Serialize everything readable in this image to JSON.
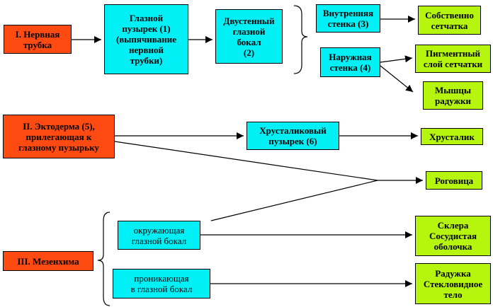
{
  "nodes": {
    "neural_tube": "I. Нервная\nтрубка",
    "optic_vesicle": "Глазной\nпузырек (1)\n(выпячивание\nнервной\nтрубки)",
    "optic_cup": "Двустенный\nглазной\nбокал\n(2)",
    "inner_wall": "Внутренняя\nстенка (3)",
    "outer_wall": "Наружная\nстенка (4)",
    "retina_proper": "Собственно\nсетчатка",
    "pigment_layer": "Пигментный\nслой сетчатки",
    "iris_muscles": "Мышцы\nрадужки",
    "ectoderm": "II. Эктодерма (5),\nприлегающая к\nглазному пузырьку",
    "lens_vesicle": "Хрусталиковый\nпузырек (6)",
    "lens": "Хрусталик",
    "cornea": "Роговица",
    "mesenchyme": "III. Мезенхима",
    "surrounding": "окружающая\nглазной бокал",
    "penetrating": "проникающая\nв глазной бокал",
    "sclera_choroid": "Склера\nСосудистая\nоболочка",
    "iris_vitreous": "Радужка\nСтекловидное\nтело"
  },
  "colors": {
    "red": "#ff4a12",
    "cyan": "#00f0f6",
    "lime": "#b5f50e"
  }
}
